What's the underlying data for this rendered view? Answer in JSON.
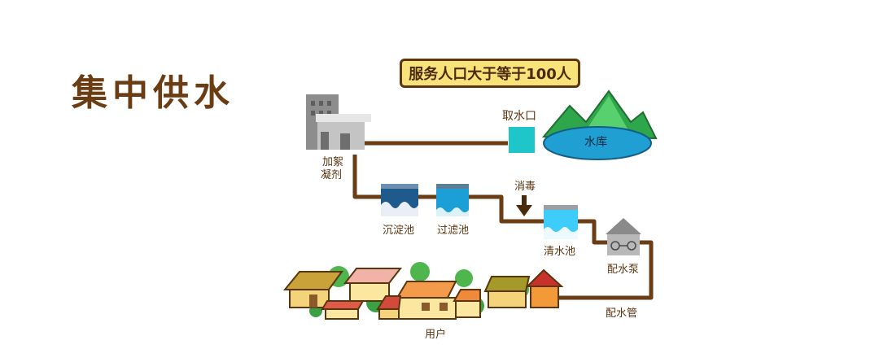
{
  "title": "集中供水",
  "banner": "服务人口大于等于100人",
  "labels": {
    "intake": "取水口",
    "reservoir": "水库",
    "coagulant_line1": "加絮",
    "coagulant_line2": "凝剂",
    "sedimentation": "沉淀池",
    "filter": "过滤池",
    "disinfection": "消毒",
    "clear_water": "清水池",
    "pump": "配水泵",
    "pipe": "配水管",
    "users": "用户"
  },
  "colors": {
    "pipe": "#6b3d14",
    "water_blue": "#1cb8d8",
    "reservoir": "#26a9d6",
    "mountain": "#3bbf5a",
    "banner_fill": "#f8e27a"
  }
}
